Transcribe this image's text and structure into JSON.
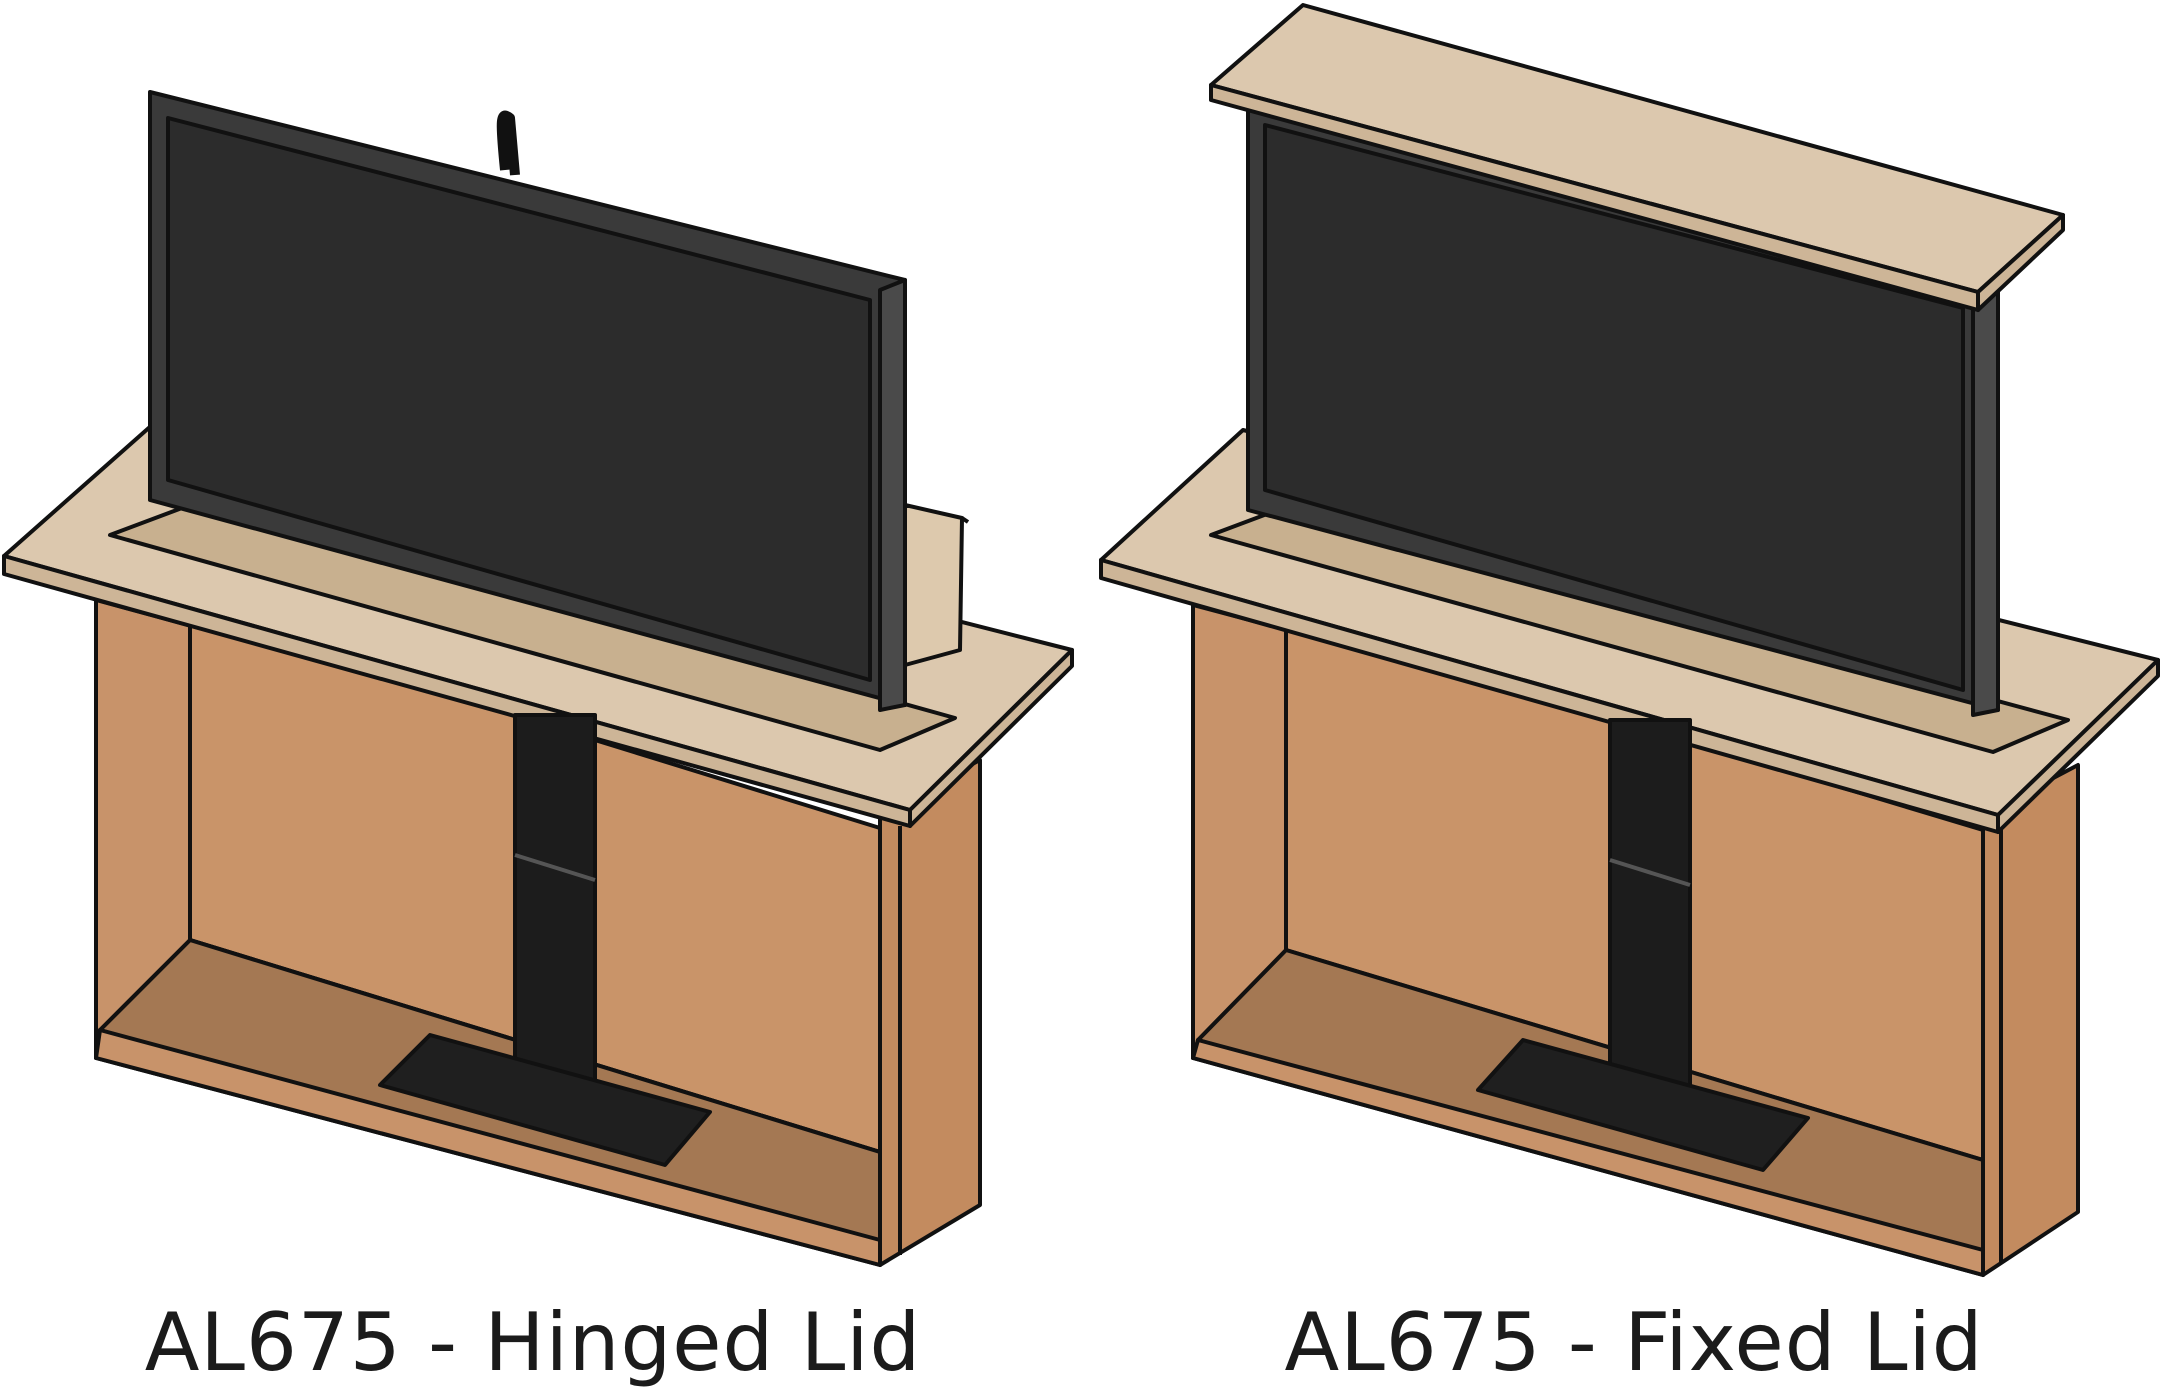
{
  "figures": [
    {
      "caption": "AL675 - Hinged Lid",
      "lid_type": "hinged"
    },
    {
      "caption": "AL675 - Fixed Lid",
      "lid_type": "fixed"
    }
  ],
  "colors": {
    "cabinet_wall": "#c8936a",
    "cabinet_back": "#c99469",
    "cabinet_floor": "#a57a56",
    "cabinet_side": "#b98a62",
    "lid_wood": "#dcc8ae",
    "lid_edge": "#cdb597",
    "tv_frame": "#3a3a3a",
    "tv_screen": "#2c2c2c",
    "lift_column": "#1c1c1c",
    "outline": "#111111"
  }
}
